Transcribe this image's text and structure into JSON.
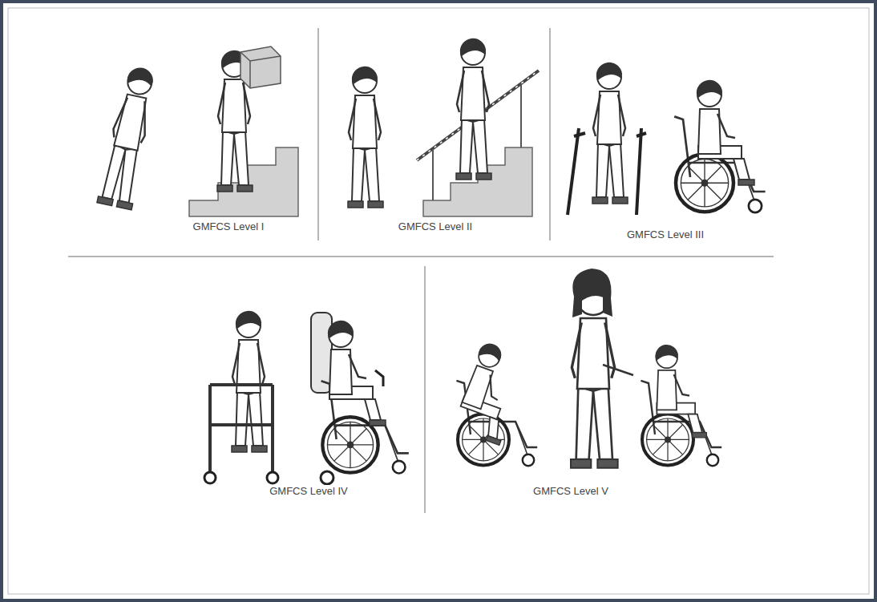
{
  "diagram": {
    "labels": [
      "GMFCS Level I",
      "GMFCS Level II",
      "GMFCS Level III",
      "GMFCS Level IV",
      "GMFCS Level V"
    ]
  }
}
